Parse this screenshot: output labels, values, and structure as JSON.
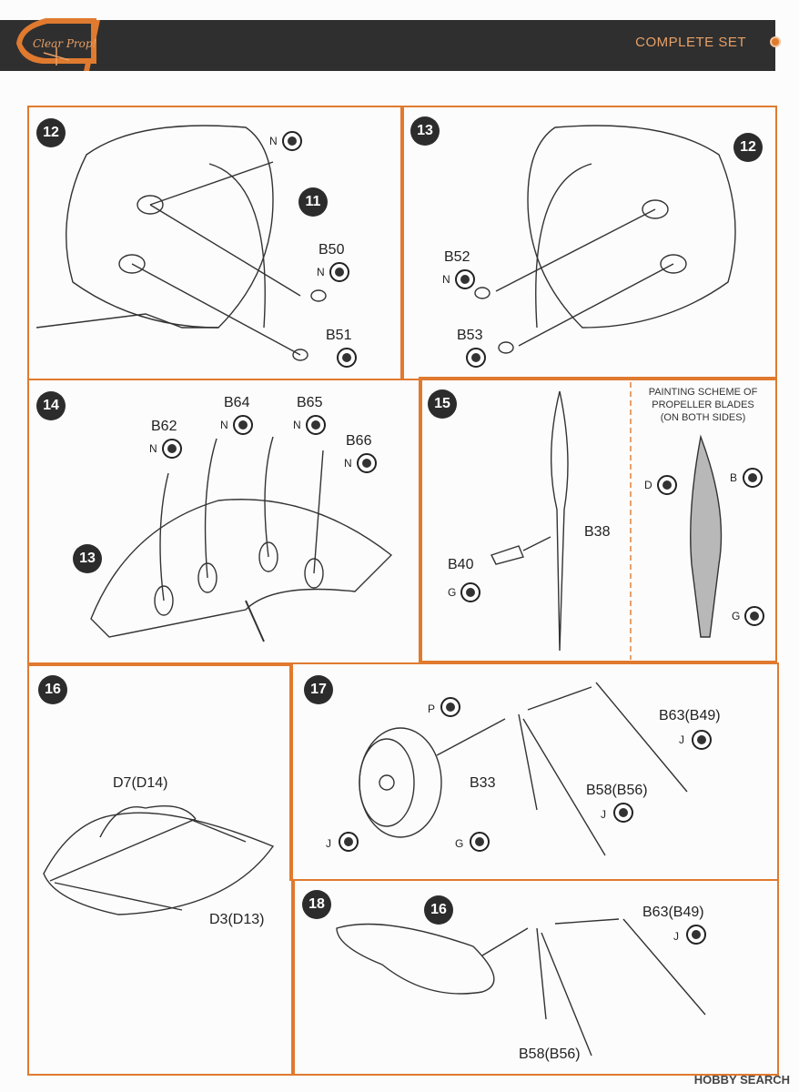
{
  "header": {
    "title": "COMPLETE SET",
    "logo_text": "Clear Prop!"
  },
  "steps": {
    "s12": {
      "number": "12",
      "refs": [
        "11"
      ],
      "parts": [
        {
          "code": "B50",
          "paint": "N"
        },
        {
          "code": "B51",
          "paint": ""
        }
      ],
      "top_paint": "N"
    },
    "s13": {
      "number": "13",
      "refs": [
        "12"
      ],
      "parts": [
        {
          "code": "B52",
          "paint": "N"
        },
        {
          "code": "B53",
          "paint": ""
        }
      ]
    },
    "s14": {
      "number": "14",
      "refs": [
        "13"
      ],
      "parts": [
        {
          "code": "B62",
          "paint": "N"
        },
        {
          "code": "B64",
          "paint": "N"
        },
        {
          "code": "B65",
          "paint": "N"
        },
        {
          "code": "B66",
          "paint": "N"
        }
      ]
    },
    "s15": {
      "number": "15",
      "parts": [
        {
          "code": "B38"
        },
        {
          "code": "B40",
          "paint": "G"
        }
      ],
      "scheme_text": [
        "PAINTING SCHEME OF",
        "PROPELLER BLADES",
        "(ON BOTH SIDES)"
      ],
      "scheme_paints": [
        "D",
        "B",
        "G"
      ]
    },
    "s16": {
      "number": "16",
      "parts": [
        {
          "code": "D7(D14)"
        },
        {
          "code": "D3(D13)"
        }
      ]
    },
    "s17": {
      "number": "17",
      "parts": [
        {
          "code": "B63(B49)",
          "paint": "J"
        },
        {
          "code": "B33"
        },
        {
          "code": "B58(B56)",
          "paint": "J"
        }
      ],
      "paints": [
        "P",
        "J",
        "G"
      ]
    },
    "s18": {
      "number": "18",
      "refs": [
        "16"
      ],
      "parts": [
        {
          "code": "B63(B49)",
          "paint": "J"
        },
        {
          "code": "B58(B56)"
        }
      ]
    }
  },
  "footer": {
    "watermark": "HOBBY SEARCH"
  }
}
